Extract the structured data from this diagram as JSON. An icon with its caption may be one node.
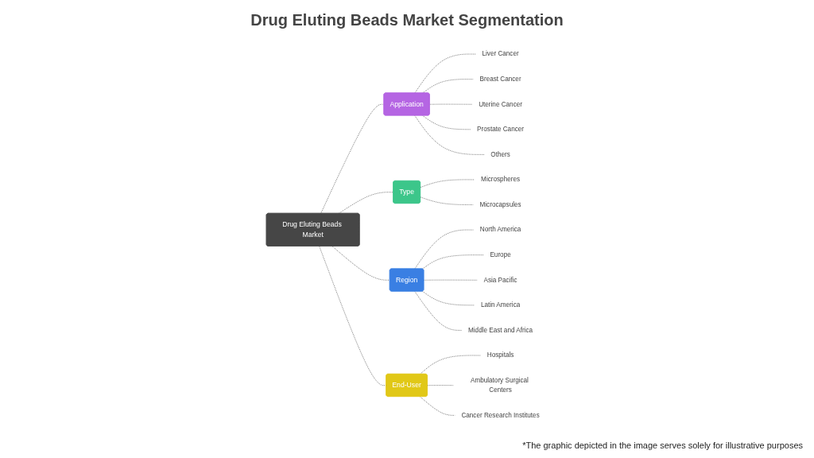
{
  "diagram": {
    "title": "Drug Eluting Beads Market Segmentation",
    "nodes": [
      {
        "text": [
          "Drug Eluting Beads Market"
        ]
      },
      {
        "text": [
          "Application"
        ]
      },
      {
        "text": [
          "Liver Cancer"
        ]
      },
      {
        "text": [
          "Breast Cancer"
        ]
      },
      {
        "text": [
          "Uterine Cancer"
        ]
      },
      {
        "text": [
          "Prostate Cancer"
        ]
      },
      {
        "text": [
          "Others"
        ]
      },
      {
        "text": [
          "Type"
        ]
      },
      {
        "text": [
          "Microspheres"
        ]
      },
      {
        "text": [
          "Microcapsules"
        ]
      },
      {
        "text": [
          "Region"
        ]
      },
      {
        "text": [
          "North America"
        ]
      },
      {
        "text": [
          "Europe"
        ]
      },
      {
        "text": [
          "Asia Pacific"
        ]
      },
      {
        "text": [
          "Latin America"
        ]
      },
      {
        "text": [
          "Middle East and Africa"
        ]
      },
      {
        "text": [
          "End-User"
        ]
      },
      {
        "text": [
          "Hospitals"
        ]
      },
      {
        "text": [
          "Ambulatory Surgical Centers"
        ]
      },
      {
        "text": [
          "Cancer Research Institutes"
        ]
      }
    ],
    "edges": [
      {
        "from": 0,
        "to": 1,
        "arrow": "none",
        "style": "dashed"
      },
      {
        "from": 1,
        "to": 2,
        "arrow": "none",
        "style": "dashed"
      },
      {
        "from": 1,
        "to": 3,
        "arrow": "none",
        "style": "dashed"
      },
      {
        "from": 1,
        "to": 4,
        "arrow": "none",
        "style": "dashed"
      },
      {
        "from": 1,
        "to": 5,
        "arrow": "none",
        "style": "dashed"
      },
      {
        "from": 1,
        "to": 6,
        "arrow": "none",
        "style": "dashed"
      },
      {
        "from": 0,
        "to": 7,
        "arrow": "none",
        "style": "dashed"
      },
      {
        "from": 7,
        "to": 8,
        "arrow": "none",
        "style": "dashed"
      },
      {
        "from": 7,
        "to": 9,
        "arrow": "none",
        "style": "dashed"
      },
      {
        "from": 0,
        "to": 10,
        "arrow": "none",
        "style": "dashed"
      },
      {
        "from": 10,
        "to": 11,
        "arrow": "none",
        "style": "dashed"
      },
      {
        "from": 10,
        "to": 12,
        "arrow": "none",
        "style": "dashed"
      },
      {
        "from": 10,
        "to": 13,
        "arrow": "none",
        "style": "dashed"
      },
      {
        "from": 10,
        "to": 14,
        "arrow": "none",
        "style": "dashed"
      },
      {
        "from": 10,
        "to": 15,
        "arrow": "none",
        "style": "dashed"
      },
      {
        "from": 0,
        "to": 16,
        "arrow": "none",
        "style": "dashed"
      },
      {
        "from": 16,
        "to": 17,
        "arrow": "none",
        "style": "dashed"
      },
      {
        "from": 16,
        "to": 18,
        "arrow": "none",
        "style": "dashed"
      },
      {
        "from": 16,
        "to": 19,
        "arrow": "none",
        "style": "dashed"
      }
    ],
    "labels": [
      "*The graphic depicted in the image serves solely for illustrative purposes"
    ]
  }
}
